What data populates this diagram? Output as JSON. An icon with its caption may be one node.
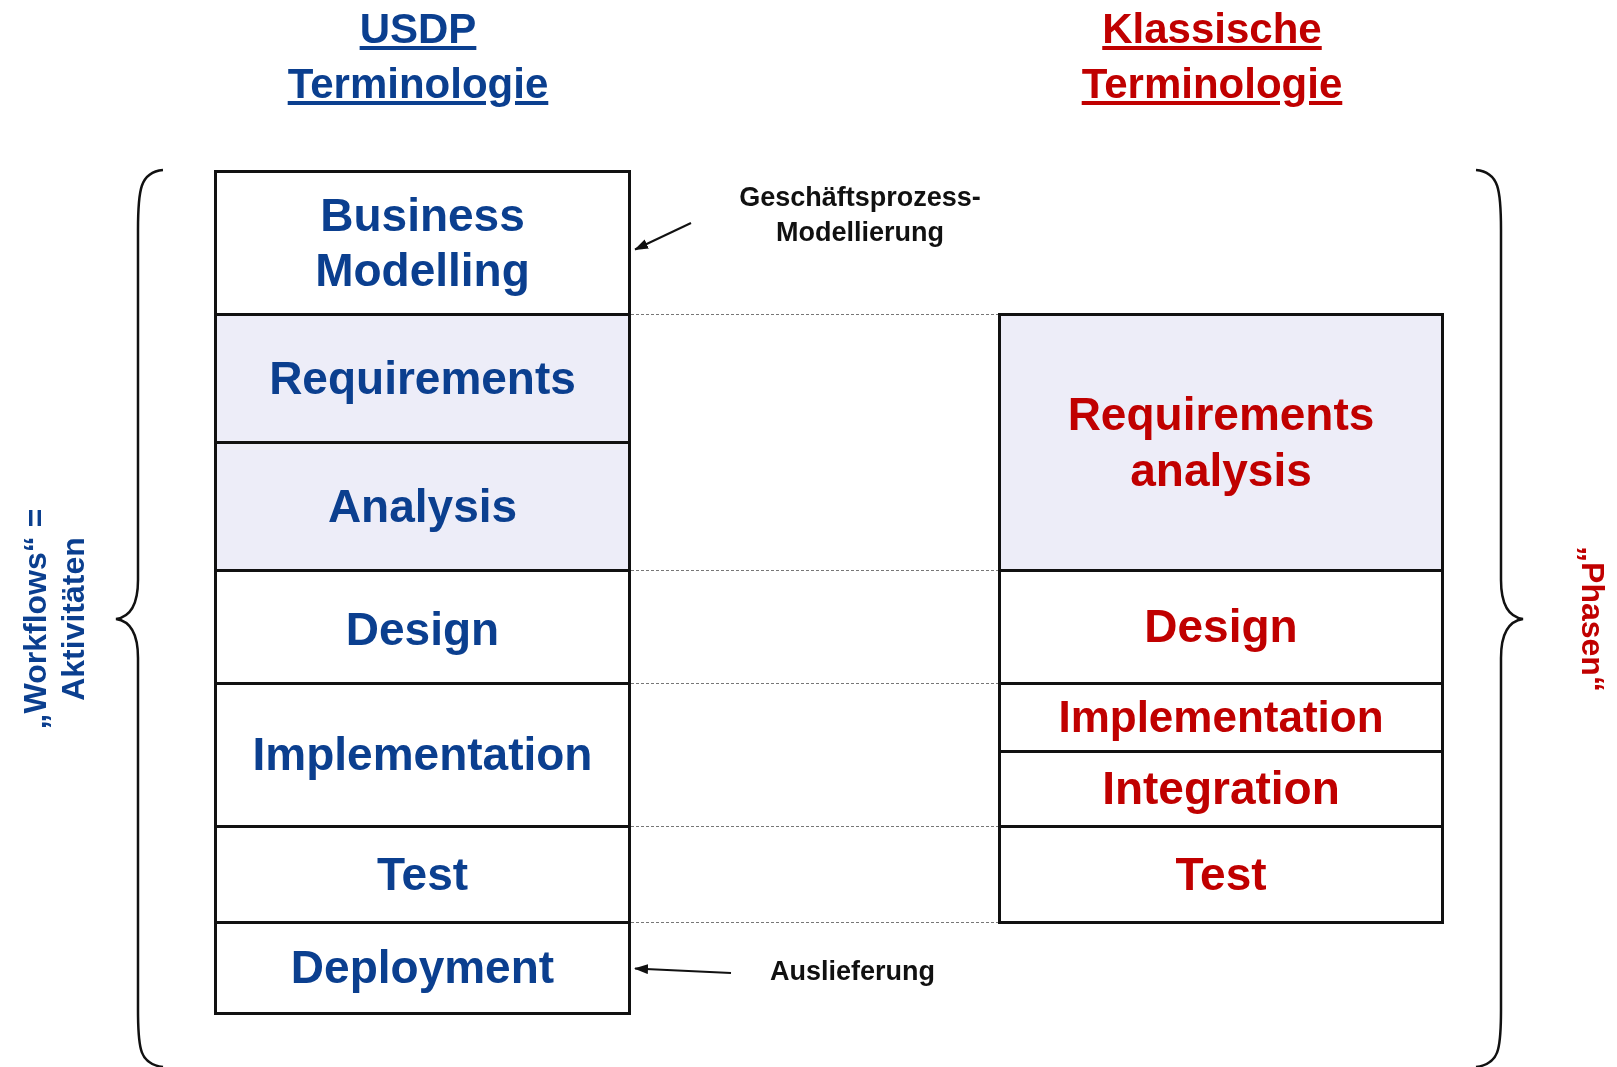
{
  "diagram": {
    "nodes": [
      {
        "text": [
          "Business Modelling"
        ]
      },
      {
        "text": [
          "Requirements"
        ]
      },
      {
        "text": [
          "Analysis"
        ]
      },
      {
        "text": [
          "Design"
        ]
      },
      {
        "text": [
          "Implementation"
        ]
      },
      {
        "text": [
          "Test"
        ]
      },
      {
        "text": [
          "Deployment"
        ]
      },
      {
        "text": [
          "Requirements analysis"
        ]
      },
      {
        "text": [
          "Design"
        ]
      },
      {
        "text": [
          "Implementation"
        ]
      },
      {
        "text": [
          "Integration"
        ]
      },
      {
        "text": [
          "Test"
        ]
      },
      {
        "text": [
          "Geschäftsprozess- Modellierung"
        ]
      },
      {
        "text": [
          "Auslieferung"
        ]
      }
    ],
    "edges": [
      {
        "from": 12,
        "to": 0,
        "arrow": "to",
        "color": "#111111"
      },
      {
        "from": 13,
        "to": 6,
        "arrow": "to",
        "color": "#111111"
      },
      {
        "from": 1,
        "to": 7,
        "arrow": "none",
        "style": "dashed"
      },
      {
        "from": 3,
        "to": 8,
        "arrow": "none",
        "style": "dashed"
      },
      {
        "from": 4,
        "to": 9,
        "arrow": "none",
        "style": "dashed"
      },
      {
        "from": 5,
        "to": 11,
        "arrow": "none",
        "style": "dashed"
      },
      {
        "from": 6,
        "to": 11,
        "arrow": "none",
        "style": "dashed"
      }
    ],
    "labels": [
      "USDP Terminologie",
      "Klassische Terminologie",
      "„Workflows“ = Aktivitäten",
      "„Phasen“"
    ]
  }
}
